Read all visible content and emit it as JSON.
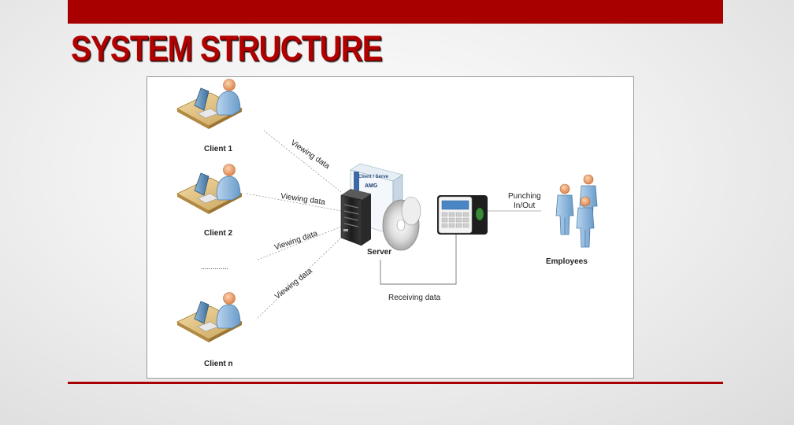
{
  "slide": {
    "title": "SYSTEM STRUCTURE",
    "accent_color": "#a80000"
  },
  "diagram": {
    "clients": [
      "Client 1",
      "Client 2",
      "Client n"
    ],
    "ellipsis": "..............",
    "viewing_labels": [
      "Viewing data",
      "Viewing data",
      "Viewing data",
      "Viewing data"
    ],
    "server_label": "Server",
    "software_box_text": "Client / Serve",
    "software_brand": "AMG",
    "punching_label_line1": "Punching",
    "punching_label_line2": "In/Out",
    "receiving_label": "Receiving data",
    "employees_label": "Employees",
    "icons": [
      "client-workstation-icon",
      "server-tower-icon",
      "software-box-icon",
      "cd-disc-icon",
      "fingerprint-terminal-icon",
      "employees-group-icon"
    ]
  }
}
